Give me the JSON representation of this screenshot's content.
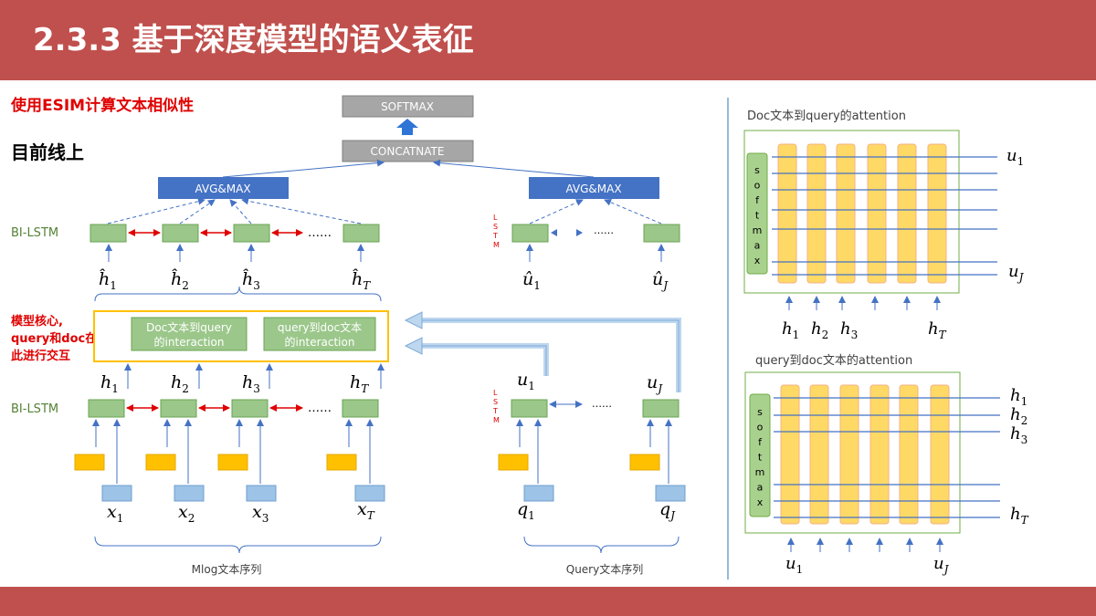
{
  "slide": {
    "title": "2.3.3 基于深度模型的语义表征",
    "subtitle": "使用ESIM计算文本相似性",
    "section_label": "目前线上"
  },
  "left_diagram": {
    "softmax_label": "SOFTMAX",
    "concat_label": "CONCATNATE",
    "avg_max_label": "AVG&MAX",
    "bilstm_label": "BI-LSTM",
    "lstm_vertical": "LSTM",
    "ellipsis": "……",
    "top_doc_labels": [
      "ĥ",
      "ĥ",
      "ĥ",
      "ĥ"
    ],
    "top_doc_subs": [
      "1",
      "2",
      "3",
      "T"
    ],
    "top_query_labels": [
      "û",
      "û"
    ],
    "top_query_subs": [
      "1",
      "J"
    ],
    "core_label_lines": [
      "模型核心,",
      "query和doc在",
      "此进行交互"
    ],
    "interaction_doc_lines": [
      "Doc文本到query",
      "的interaction"
    ],
    "interaction_query_lines": [
      "query到doc文本",
      "的interaction"
    ],
    "mid_doc_subs": [
      "1",
      "2",
      "3",
      "T"
    ],
    "mid_query_subs": [
      "1",
      "J"
    ],
    "input_doc_subs": [
      "1",
      "2",
      "3",
      "T"
    ],
    "input_query_subs": [
      "1",
      "J"
    ],
    "doc_sequence_label": "Mlog文本序列",
    "query_sequence_label": "Query文本序列"
  },
  "right_diagram": {
    "top_title": "Doc文本到query的attention",
    "bottom_title": "query到doc文本的attention",
    "softmax_letters": [
      "s",
      "o",
      "f",
      "t",
      "m",
      "a",
      "x"
    ],
    "top_right_subs": [
      "1",
      "J"
    ],
    "top_bottom_subs": [
      "1",
      "2",
      "3",
      "T"
    ],
    "bottom_right_subs": [
      "1",
      "2",
      "3",
      "T"
    ],
    "bottom_bottom_subs": [
      "1",
      "J"
    ]
  },
  "colors": {
    "header": "#c0504d",
    "title_red": "#e00000",
    "green_box": "#9bc78a",
    "green_border": "#6aa353",
    "yellow_box": "#ffc000",
    "blue_box": "#9dc3e6",
    "dark_blue": "#4472c4",
    "gray_box": "#a6a6a6",
    "yellow_bar": "#ffd966"
  }
}
